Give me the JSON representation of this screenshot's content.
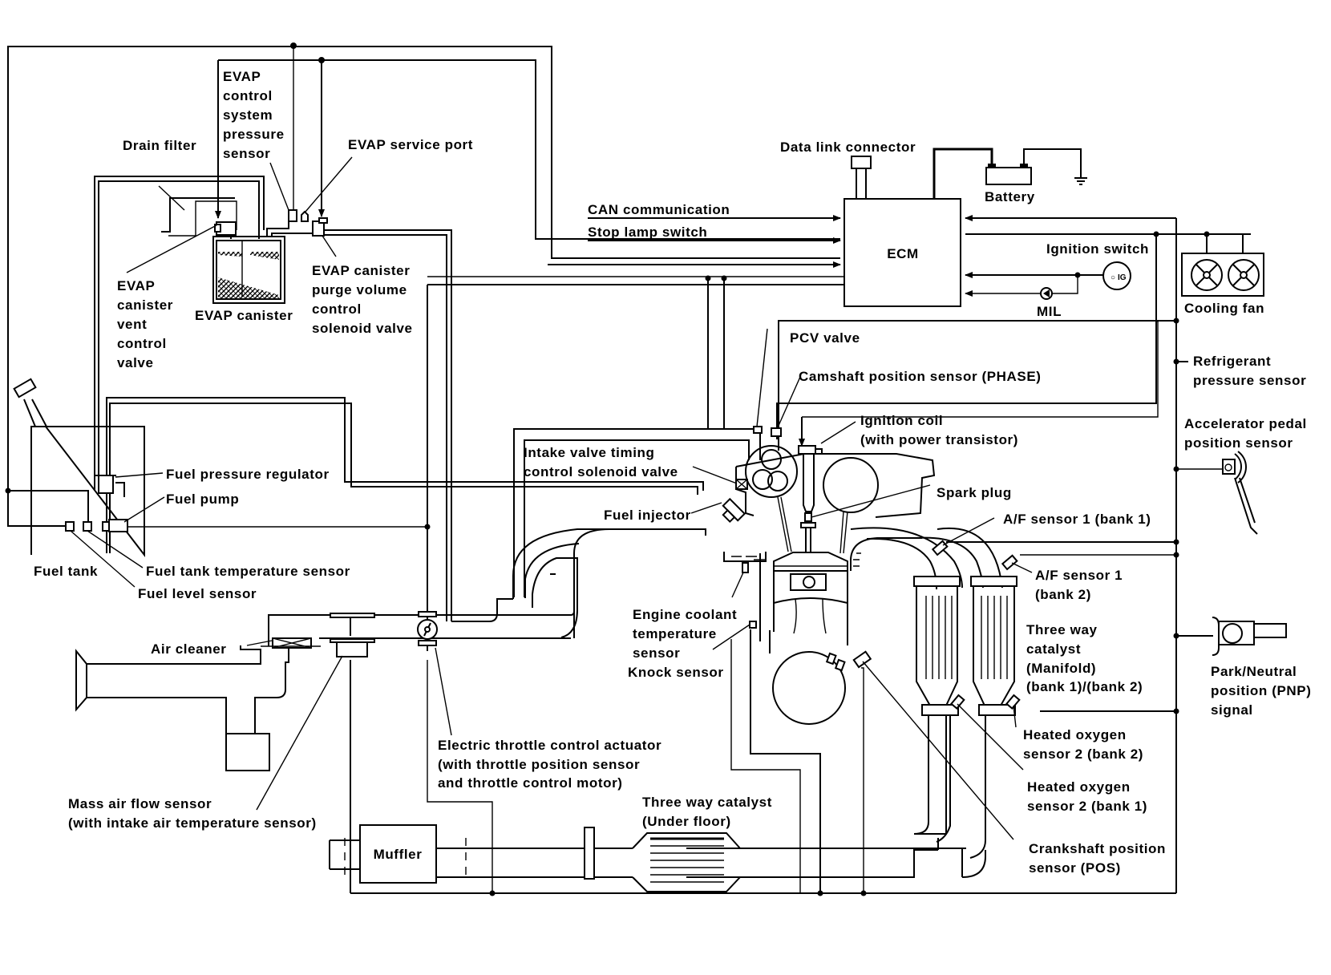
{
  "diagram": {
    "type": "engine control system schematic",
    "labels": {
      "evap_pressure_sensor": [
        "EVAP",
        "control",
        "system",
        "pressure",
        "sensor"
      ],
      "drain_filter": "Drain filter",
      "evap_service_port": "EVAP service port",
      "evap_vent_valve": [
        "EVAP",
        "canister",
        "vent",
        "control",
        "valve"
      ],
      "evap_canister": "EVAP canister",
      "evap_purge_valve": [
        "EVAP canister",
        "purge volume",
        "control",
        "solenoid valve"
      ],
      "data_link_connector": "Data link connector",
      "battery": "Battery",
      "can_communication": "CAN communication",
      "stop_lamp_switch": "Stop lamp switch",
      "ecm": "ECM",
      "ignition_switch": "Ignition switch",
      "ignition_switch_symbol": "IG",
      "mil": "MIL",
      "cooling_fan": "Cooling fan",
      "pcv_valve": "PCV valve",
      "camshaft_sensor": "Camshaft position sensor (PHASE)",
      "refrigerant_sensor": [
        "Refrigerant",
        "pressure sensor"
      ],
      "accelerator_sensor": [
        "Accelerator pedal",
        "position sensor"
      ],
      "ignition_coil": [
        "Ignition coil",
        "(with power transistor)"
      ],
      "intake_valve_timing": [
        "Intake valve timing",
        "control solenoid valve"
      ],
      "fuel_pressure_regulator": "Fuel pressure regulator",
      "fuel_pump": "Fuel pump",
      "fuel_injector": "Fuel injector",
      "spark_plug": "Spark plug",
      "af_sensor_bank1": "A/F sensor 1 (bank 1)",
      "af_sensor_bank2": [
        "A/F sensor 1",
        "(bank 2)"
      ],
      "fuel_tank": "Fuel tank",
      "fuel_tank_temp_sensor": "Fuel tank temperature sensor",
      "fuel_level_sensor": "Fuel level sensor",
      "engine_coolant_sensor": [
        "Engine coolant",
        "temperature",
        "sensor"
      ],
      "knock_sensor": "Knock sensor",
      "three_way_catalyst_manifold": [
        "Three way",
        "catalyst",
        "(Manifold)",
        "(bank 1)/(bank 2)"
      ],
      "air_cleaner": "Air cleaner",
      "pnp_signal": [
        "Park/Neutral",
        "position (PNP)",
        "signal"
      ],
      "heated_o2_bank2": [
        "Heated oxygen",
        "sensor 2 (bank 2)"
      ],
      "electric_throttle": [
        "Electric throttle control actuator",
        "(with throttle position sensor",
        "and throttle control motor)"
      ],
      "heated_o2_bank1": [
        "Heated oxygen",
        "sensor 2 (bank 1)"
      ],
      "mass_air_flow": [
        "Mass air flow sensor",
        "(with intake air temperature sensor)"
      ],
      "three_way_catalyst_underfloor": [
        "Three way catalyst",
        "(Under floor)"
      ],
      "crankshaft_sensor": [
        "Crankshaft position",
        "sensor (POS)"
      ],
      "muffler": "Muffler"
    }
  }
}
